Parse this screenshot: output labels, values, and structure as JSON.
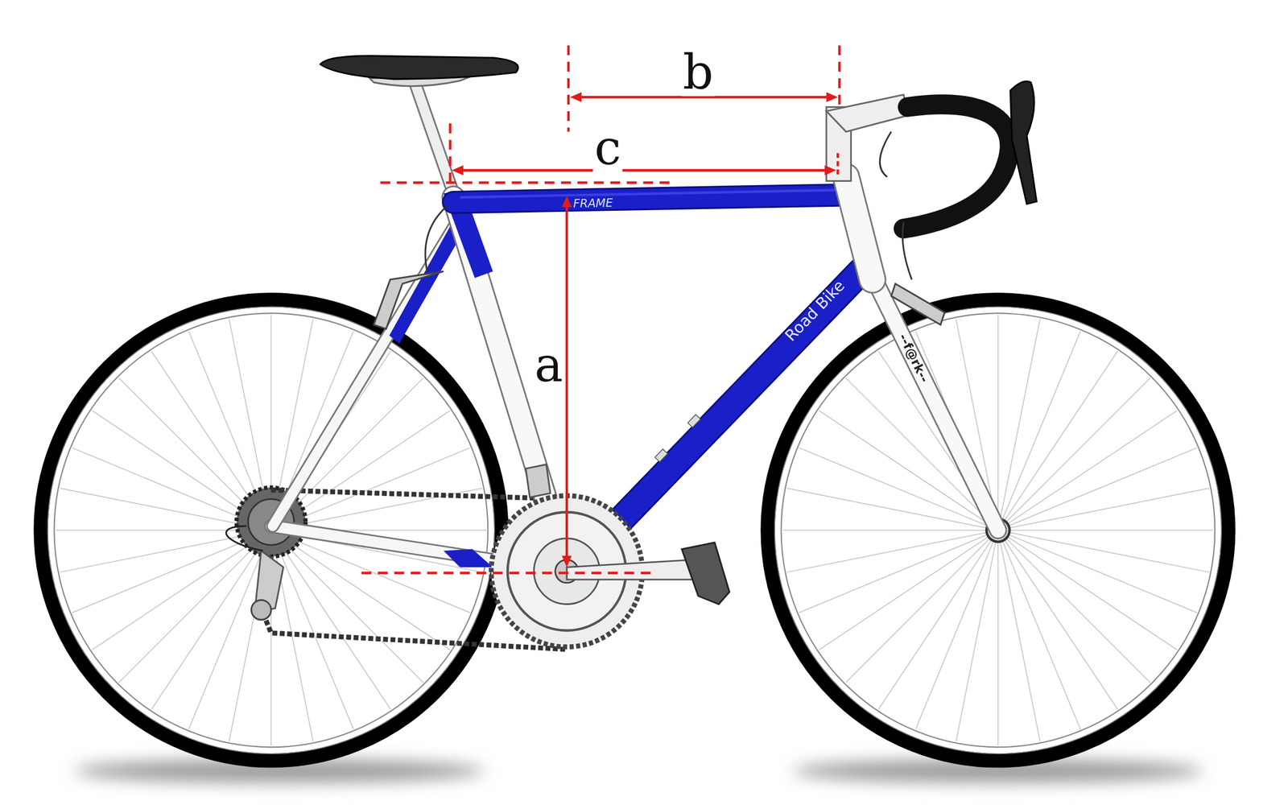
{
  "diagram": {
    "labels": [
      "b",
      "c",
      "FRAME",
      "a",
      "Road Bike",
      "--f@rk--"
    ]
  }
}
